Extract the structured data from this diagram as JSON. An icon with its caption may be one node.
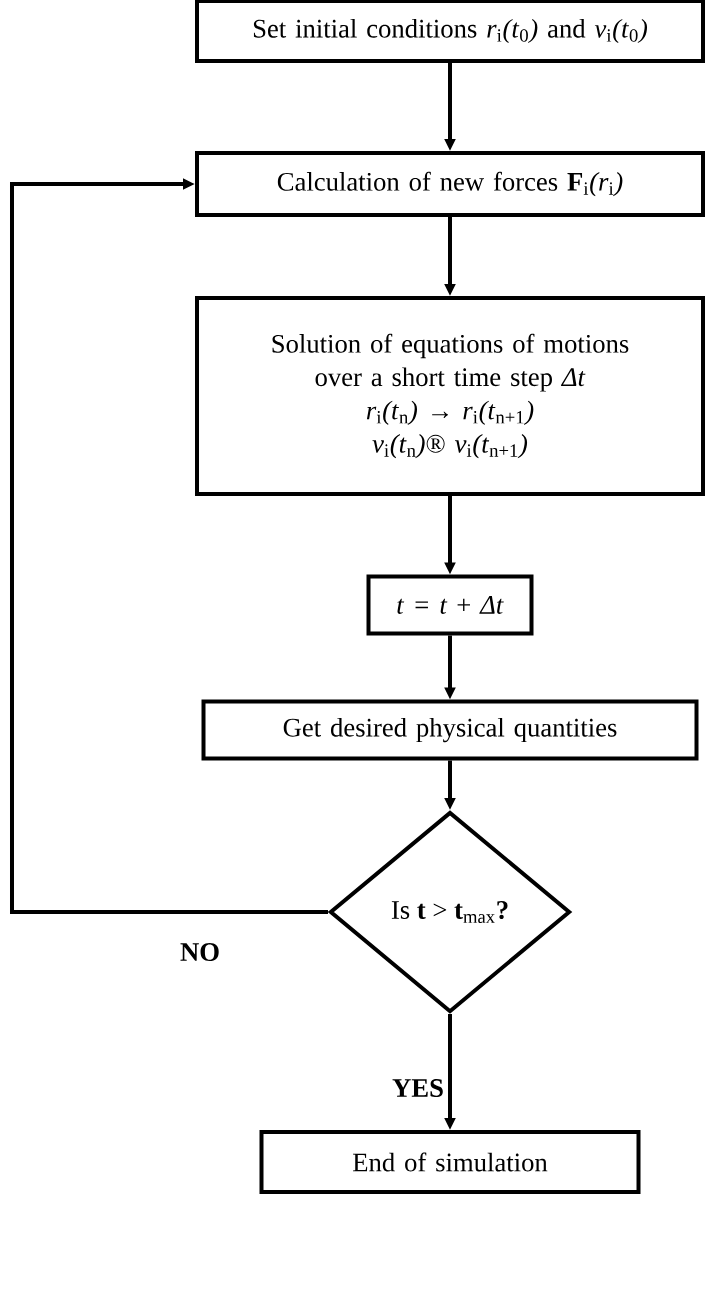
{
  "diagram": {
    "nodes": [
      {
        "text": [
          "Set initial conditions *r*$_{i}$*(t*$_{0}$*)* and *v*$_{i}$*(t*$_{0}$*)*"
        ]
      },
      {
        "text": [
          "Calculation of new forces **F**$_{i}$*(r*$_{i}$*)*"
        ]
      },
      {
        "text": [
          "Solution of equations of motions over a short time step *Δt*",
          "*r*$_{i}$*(t*$_{n}$*)* → *r*$_{i}$*(t*$_{n+1}$*)*",
          "*v*$_{i}$*(t*$_{n}$*)*® *v*$_{i}$*(t*$_{n+1}$*)*"
        ]
      },
      {
        "text": [
          "*t = t* + *Δt*"
        ]
      },
      {
        "text": [
          "Get desired physical quantities"
        ]
      },
      {
        "text": [
          "Is **t** > **t**$_{max}$**?**"
        ]
      },
      {
        "text": [
          "End of simulation"
        ]
      }
    ],
    "edges": [
      {
        "from": 0,
        "to": 1,
        "arrow": "to"
      },
      {
        "from": 1,
        "to": 2,
        "arrow": "to"
      },
      {
        "from": 2,
        "to": 3,
        "arrow": "to"
      },
      {
        "from": 3,
        "to": 4,
        "arrow": "to"
      },
      {
        "from": 4,
        "to": 5,
        "arrow": "to"
      },
      {
        "from": 5,
        "to": 1,
        "arrow": "to",
        "label": "NO"
      },
      {
        "from": 5,
        "to": 6,
        "arrow": "to",
        "label": "YES"
      }
    ]
  }
}
